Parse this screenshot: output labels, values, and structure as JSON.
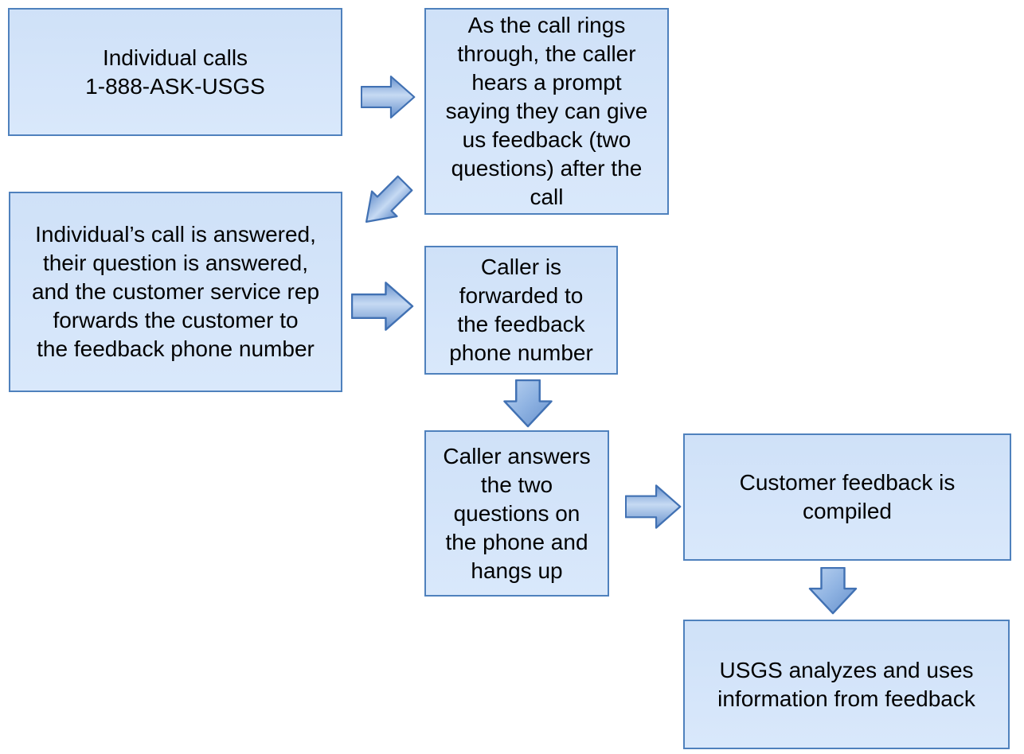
{
  "flowchart": {
    "boxes": [
      {
        "id": "call-initiated",
        "text": "Individual calls\n1-888-ASK-USGS"
      },
      {
        "id": "prompt-heard",
        "text": "As the call rings\nthrough, the caller\nhears a prompt\nsaying they can give\nus feedback (two\nquestions) after the\ncall"
      },
      {
        "id": "call-answered",
        "text": "Individual’s call is answered,\ntheir question is answered,\nand the customer service rep\nforwards the customer to\nthe feedback phone number"
      },
      {
        "id": "caller-forwarded",
        "text": "Caller is\nforwarded to\nthe feedback\nphone number"
      },
      {
        "id": "questions-answered",
        "text": "Caller answers\nthe two\nquestions on\nthe phone and\nhangs up"
      },
      {
        "id": "feedback-compiled",
        "text": "Customer feedback is\ncompiled"
      },
      {
        "id": "feedback-analyzed",
        "text": "USGS analyzes and uses\ninformation from feedback"
      }
    ],
    "connectors": [
      {
        "from": "call-initiated",
        "to": "prompt-heard",
        "direction": "right"
      },
      {
        "from": "prompt-heard",
        "to": "call-answered",
        "direction": "down-left"
      },
      {
        "from": "call-answered",
        "to": "caller-forwarded",
        "direction": "right"
      },
      {
        "from": "caller-forwarded",
        "to": "questions-answered",
        "direction": "down"
      },
      {
        "from": "questions-answered",
        "to": "feedback-compiled",
        "direction": "right"
      },
      {
        "from": "feedback-compiled",
        "to": "feedback-analyzed",
        "direction": "down"
      }
    ],
    "colors": {
      "background": "#ffffff",
      "text": "#000000",
      "box_fill_top": "#cfe1f8",
      "box_fill_bottom": "#d9e8fb",
      "box_border": "#4f81bd",
      "arrow_border": "#4171b3",
      "arrow_grad_dark": "#6690cc",
      "arrow_grad_mid": "#c6daf3",
      "arrow_grad_light": "#bad2f0"
    }
  }
}
